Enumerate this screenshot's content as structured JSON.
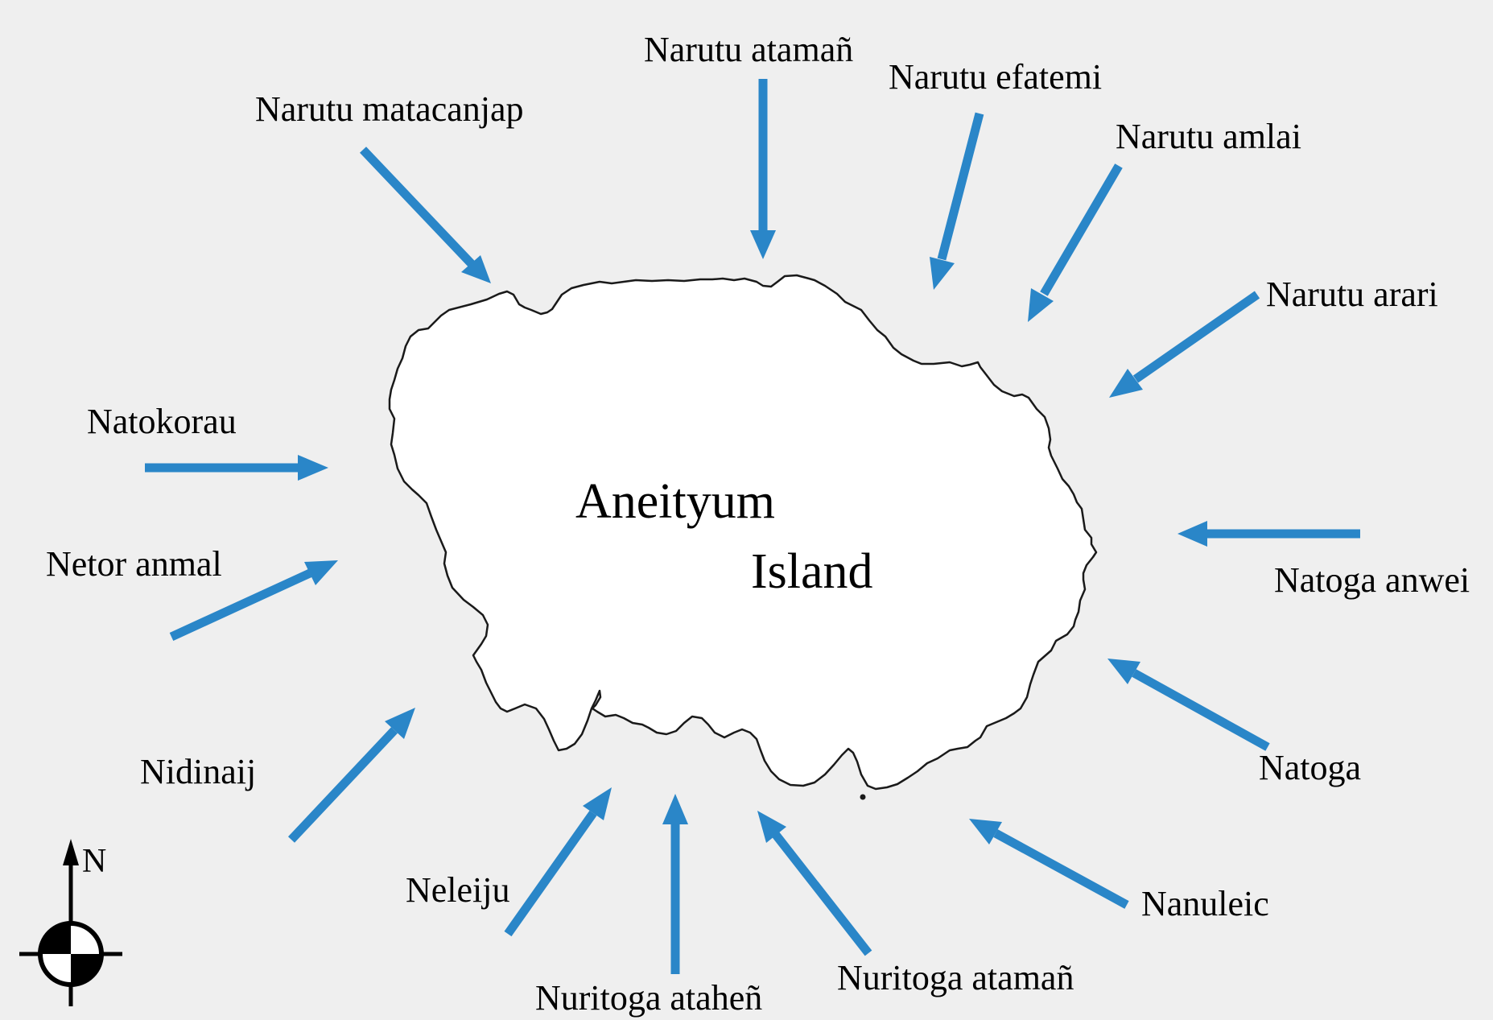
{
  "island": {
    "name_line1": "Aneityum",
    "name_line2": "Island",
    "fill": "#ffffff",
    "outline": "#1a1a1a"
  },
  "compass": {
    "label": "N",
    "icon": "north-compass-icon"
  },
  "colors": {
    "background": "#efefef",
    "arrow": "#2a86c8",
    "text": "#000000"
  },
  "winds": [
    {
      "id": "narutu-atamany",
      "label": "Narutu atamañ"
    },
    {
      "id": "narutu-efatemi",
      "label": "Narutu efatemi"
    },
    {
      "id": "narutu-matacanjap",
      "label": "Narutu matacanjap"
    },
    {
      "id": "narutu-amlai",
      "label": "Narutu amlai"
    },
    {
      "id": "narutu-arari",
      "label": "Narutu arari"
    },
    {
      "id": "natokorau",
      "label": "Natokorau"
    },
    {
      "id": "netor-anmal",
      "label": "Netor anmal"
    },
    {
      "id": "natoga-anwei",
      "label": "Natoga anwei"
    },
    {
      "id": "nidinaij",
      "label": "Nidinaij"
    },
    {
      "id": "natoga",
      "label": "Natoga"
    },
    {
      "id": "neleiju",
      "label": "Neleiju"
    },
    {
      "id": "nanuleic",
      "label": "Nanuleic"
    },
    {
      "id": "nuritoga-atamany",
      "label": "Nuritoga atamañ"
    },
    {
      "id": "nuritoga-atahen",
      "label": "Nuritoga ataheñ"
    }
  ]
}
